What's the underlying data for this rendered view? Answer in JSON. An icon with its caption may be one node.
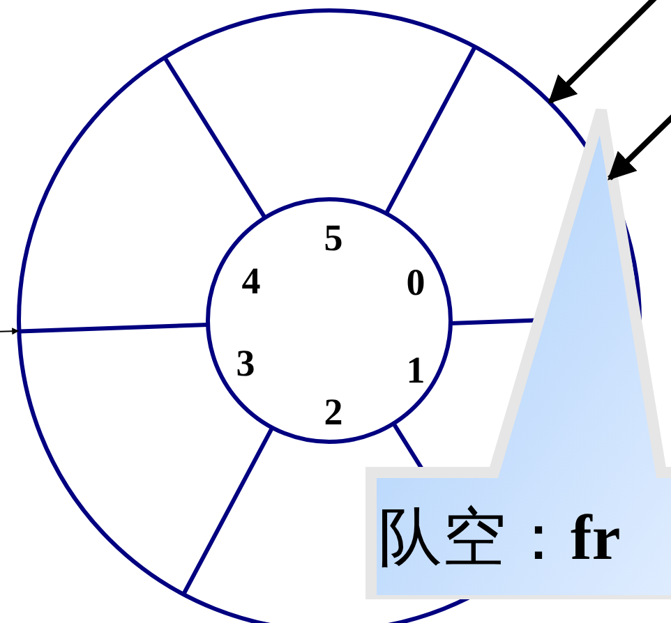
{
  "diagram": {
    "nodes": [
      {
        "text": [],
        "shape": "circle"
      },
      {
        "text": [
          "队空：**fr**"
        ]
      }
    ],
    "edges": [
      {
        "from": null,
        "to": 0,
        "arrow": "to"
      },
      {
        "from": null,
        "to": 1,
        "arrow": "to"
      },
      {
        "from": null,
        "to": 0,
        "arrow": "to"
      }
    ],
    "labels": [
      "5",
      "4",
      "0",
      "3",
      "1",
      "2"
    ]
  }
}
